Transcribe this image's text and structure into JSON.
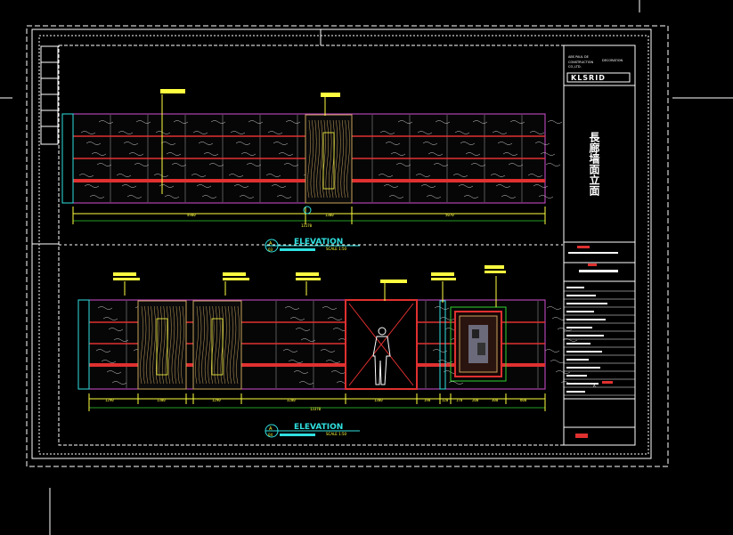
{
  "title_block": {
    "company_line1": "ABS PAUL DE",
    "company_line2": "DECORATION",
    "company_line3": "CONSTRUCTION",
    "company_line4": "CO.,LTD.",
    "logo": "KLSRID",
    "drawing_title": "長廊墙面立面",
    "revision_mark": "A"
  },
  "elevation_top": {
    "label": "ELEVATION",
    "scale": "SCALE 1:50",
    "tag_number": "A",
    "tag_sheet": "03",
    "dimensions": [
      "4900",
      "1300",
      "5070"
    ],
    "total": "13170"
  },
  "elevation_bottom": {
    "label": "ELEVATION",
    "scale": "SCALE 1:50",
    "tag_number": "A",
    "tag_sheet": "04",
    "dimensions": [
      "1290",
      "1300",
      "1290",
      "3200",
      "1300",
      "190",
      "120",
      "170",
      "200",
      "300",
      "600"
    ],
    "total": "13370"
  },
  "colors": {
    "background": "#000000",
    "frame": "#ffffff",
    "wall_outline": "#d24fd2",
    "panel_grid": "#e03030",
    "dimension": "#ffff40",
    "cyan": "#30e0e0",
    "green": "#30d030",
    "door": "#c7a25a"
  }
}
